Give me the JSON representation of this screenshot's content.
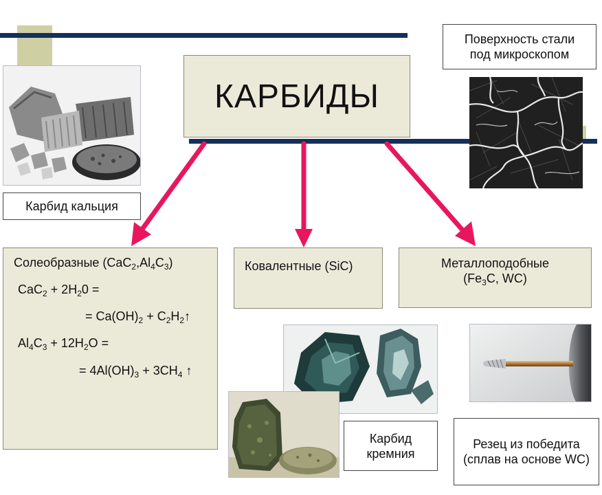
{
  "title": "КАРБИДЫ",
  "caption_steel_1": "Поверхность стали",
  "caption_steel_2": "под микроскопом",
  "caption_calcium": "Карбид кальция",
  "categories": {
    "saltlike": {
      "label": "Солеобразные (CaC",
      "sub1": "2",
      "mid1": ",Al",
      "sub2": "4",
      "mid2": "C",
      "sub3": "3",
      "end": ")"
    },
    "covalent": {
      "label": "Ковалентные (SiC)"
    },
    "metallike": {
      "line1": "Металлоподобные",
      "line2_a": "(Fe",
      "line2_sub": "3",
      "line2_b": "C, WC)"
    }
  },
  "equations": {
    "eq1_a": "CaC",
    "eq1_a_sub": "2",
    "eq1_b": " + 2H",
    "eq1_b_sub": "2",
    "eq1_c": "0 =",
    "eq2_a": "= Ca(OH)",
    "eq2_a_sub": "2",
    "eq2_b": " + C",
    "eq2_b_sub": "2",
    "eq2_c": "H",
    "eq2_c_sub": "2",
    "eq2_d": "↑",
    "eq3_a": "Al",
    "eq3_a_sub": "4",
    "eq3_b": "C",
    "eq3_b_sub": "3",
    "eq3_c": " + 12H",
    "eq3_c_sub": "2",
    "eq3_d": "O =",
    "eq4_a": "= 4Al(OH)",
    "eq4_a_sub": "3",
    "eq4_b": " + 3CH",
    "eq4_b_sub": "4",
    "eq4_c": " ↑"
  },
  "caption_silicon_1": "Карбид",
  "caption_silicon_2": "кремния",
  "caption_cutter_1": "Резец из победита",
  "caption_cutter_2": "(сплав на основе WC)",
  "colors": {
    "arrow": "#e8175d",
    "line": "#14305a",
    "box": "#ebead9",
    "accent_tan": "#cfcfa4"
  }
}
